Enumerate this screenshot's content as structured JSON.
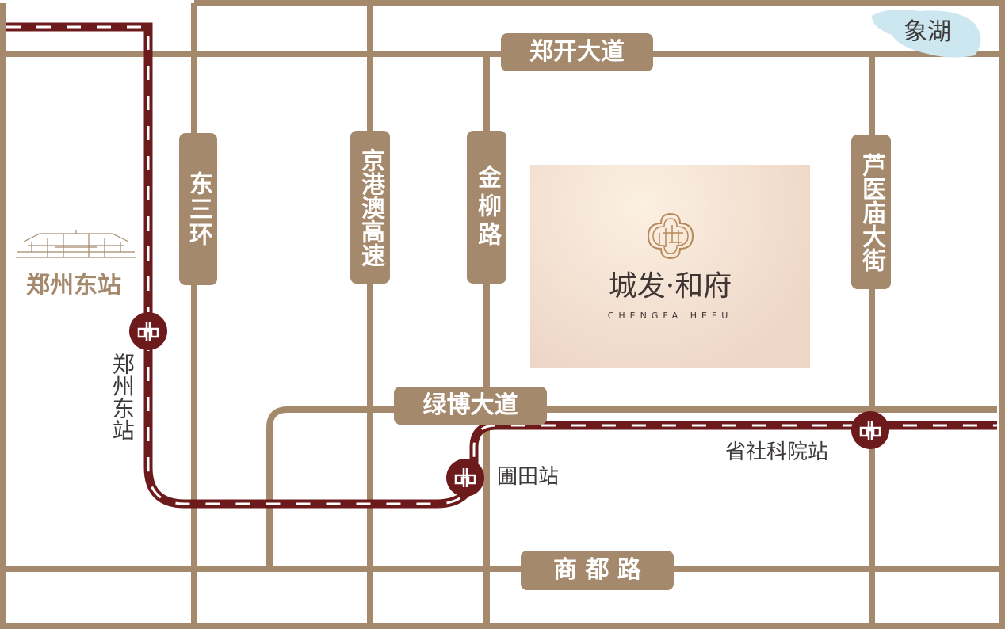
{
  "roads": {
    "zhengkai": "郑开大道",
    "dongsanhuan": "东三环",
    "jinggangao": "京港澳高速",
    "jinliu": "金柳路",
    "luyimiao": "芦医庙大街",
    "lvbo": "绿博大道",
    "shangdu": "商 都 路"
  },
  "lake": "象湖",
  "landmark": "郑州东站",
  "stations": [
    "郑州东站",
    "圃田站",
    "省社科院站"
  ],
  "project": {
    "name": "城发·和府",
    "name_en": "CHENGFA HEFU"
  },
  "colors": {
    "road": "#a5896c",
    "metro": "#6d1a1c",
    "lake": "#cde7f1"
  }
}
